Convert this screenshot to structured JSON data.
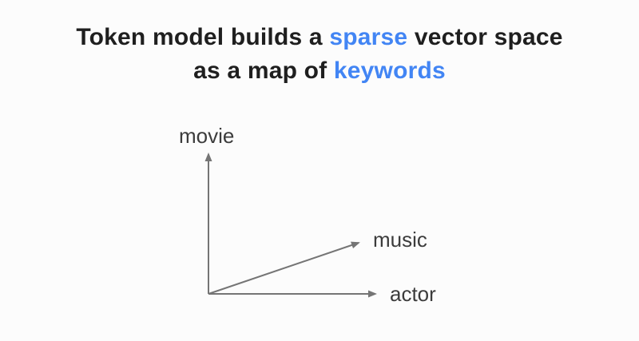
{
  "title": {
    "line1": [
      {
        "text": "Token model builds a ",
        "highlight": false
      },
      {
        "text": "sparse",
        "highlight": true
      },
      {
        "text": " vector space",
        "highlight": false
      }
    ],
    "line2": [
      {
        "text": "as a map of ",
        "highlight": false
      },
      {
        "text": "keywords",
        "highlight": true
      }
    ]
  },
  "diagram": {
    "type": "vector-space-sketch",
    "vectors": [
      {
        "label": "movie",
        "direction": "up",
        "from": "origin"
      },
      {
        "label": "music",
        "direction": "up-right-diagonal",
        "from": "origin"
      },
      {
        "label": "actor",
        "direction": "right",
        "from": "origin"
      }
    ]
  },
  "colors": {
    "background": "#fcfcfc",
    "title_text": "#1f1f1f",
    "highlight_blue": "#4285f4",
    "arrow_gray": "#757575",
    "axis_label_text": "#3c3c3c"
  }
}
